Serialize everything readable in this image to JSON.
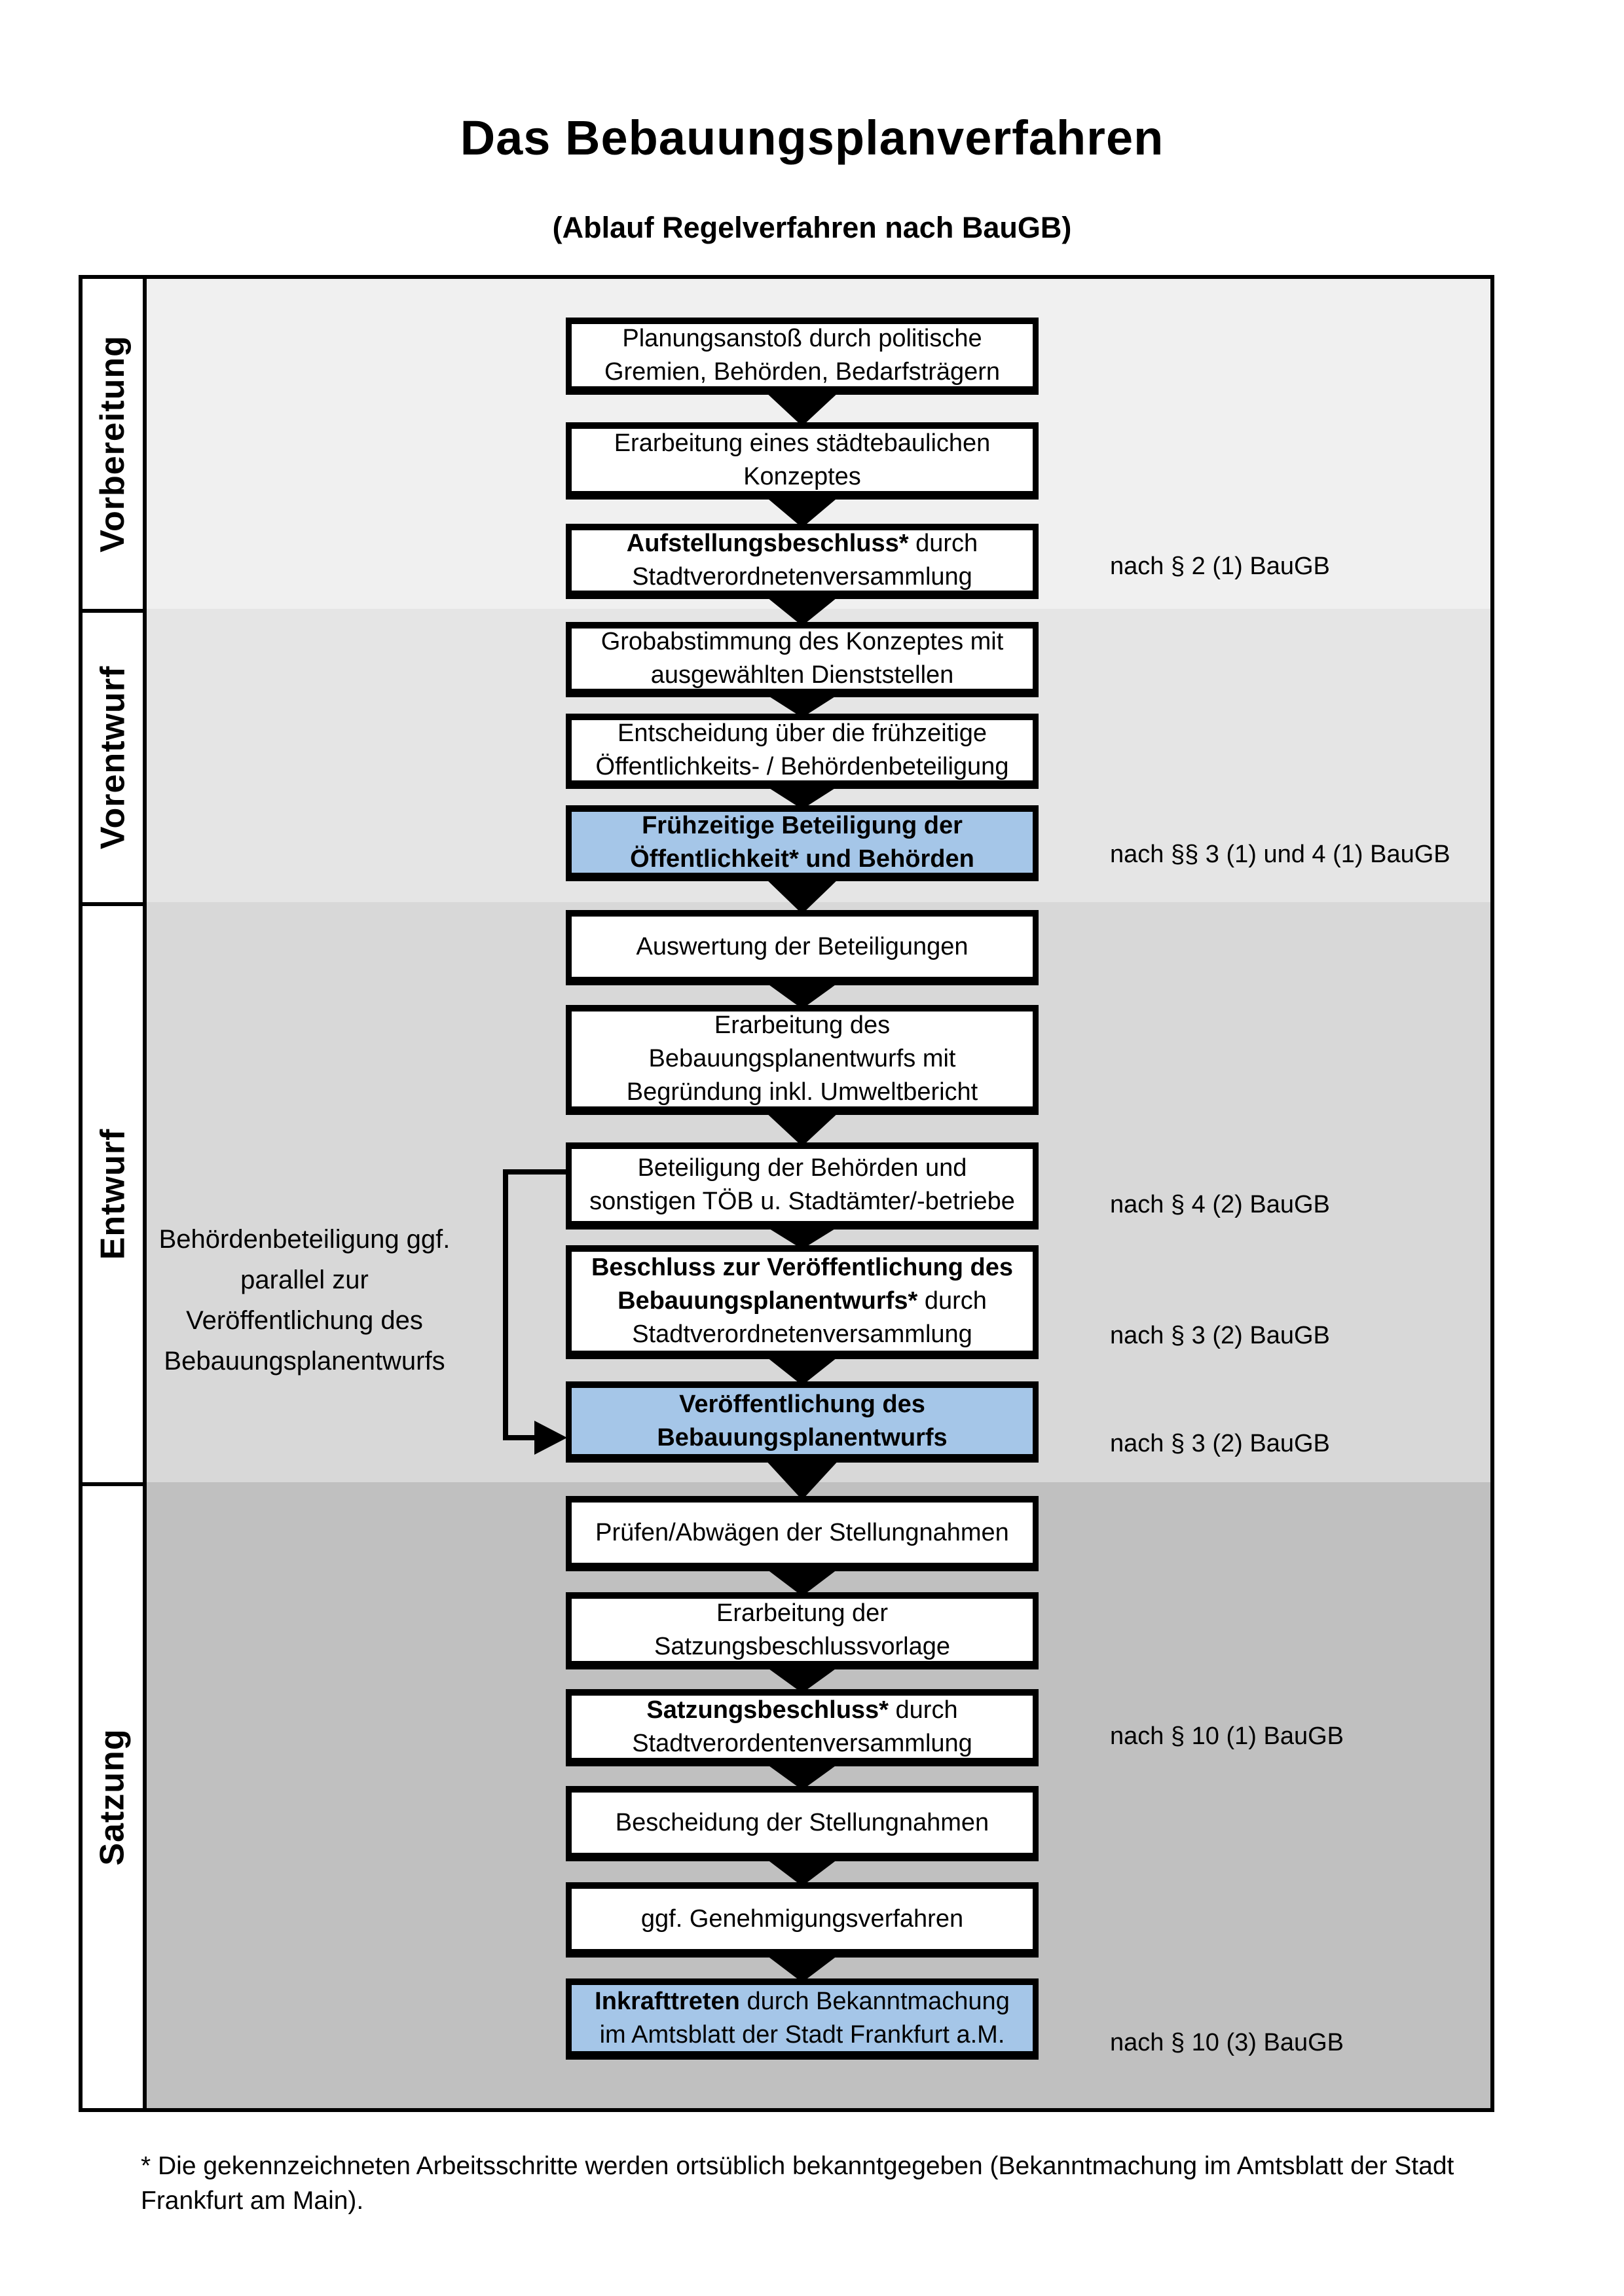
{
  "title": "Das Bebauungsplanverfahren",
  "subtitle": "(Ablauf Regelverfahren nach BauGB)",
  "footnote": "* Die gekennzeichneten Arbeitsschritte werden ortsüblich bekanntgegeben (Bekanntmachung im Amtsblatt  der Stadt Frankfurt am Main).",
  "colors": {
    "highlight_blue": "#a5c6e8",
    "box_border": "#000000",
    "phase_backgrounds": [
      "#f0f0f0",
      "#e5e5e5",
      "#d8d8d8",
      "#c0c0c0"
    ]
  },
  "phases": [
    {
      "label": "Vorbereitung",
      "boxes": [
        {
          "id": "b1",
          "highlight": false,
          "note": null,
          "lines": [
            [
              {
                "t": "Planungsanstoß durch politische",
                "b": 0
              }
            ],
            [
              {
                "t": "Gremien, Behörden, Bedarfsträgern",
                "b": 0
              }
            ]
          ]
        },
        {
          "id": "b2",
          "highlight": false,
          "note": null,
          "lines": [
            [
              {
                "t": "Erarbeitung eines städtebaulichen",
                "b": 0
              }
            ],
            [
              {
                "t": "Konzeptes",
                "b": 0
              }
            ]
          ]
        },
        {
          "id": "b3",
          "highlight": false,
          "note": "nach § 2 (1) BauGB",
          "lines": [
            [
              {
                "t": "Aufstellungsbeschluss*",
                "b": 1
              },
              {
                "t": " durch",
                "b": 0
              }
            ],
            [
              {
                "t": "Stadtverordnetenversammlung",
                "b": 0
              }
            ]
          ]
        }
      ]
    },
    {
      "label": "Vorentwurf",
      "boxes": [
        {
          "id": "b4",
          "highlight": false,
          "note": null,
          "lines": [
            [
              {
                "t": "Grobabstimmung des Konzeptes mit",
                "b": 0
              }
            ],
            [
              {
                "t": "ausgewählten Dienststellen",
                "b": 0
              }
            ]
          ]
        },
        {
          "id": "b5",
          "highlight": false,
          "note": null,
          "lines": [
            [
              {
                "t": "Entscheidung über die frühzeitige",
                "b": 0
              }
            ],
            [
              {
                "t": "Öffentlichkeits- / Behördenbeteiligung",
                "b": 0
              }
            ]
          ]
        },
        {
          "id": "b6",
          "highlight": true,
          "note": "nach §§ 3 (1) und 4 (1) BauGB",
          "lines": [
            [
              {
                "t": "Frühzeitige Beteiligung der",
                "b": 1
              }
            ],
            [
              {
                "t": "Öffentlichkeit* und Behörden",
                "b": 1
              }
            ]
          ]
        }
      ]
    },
    {
      "label": "Entwurf",
      "side_note": "Behördenbeteiligung ggf. parallel zur Veröffentlichung des Bebauungsplanentwurfs",
      "boxes": [
        {
          "id": "b7",
          "highlight": false,
          "note": null,
          "lines": [
            [
              {
                "t": "Auswertung der Beteiligungen",
                "b": 0
              }
            ]
          ]
        },
        {
          "id": "b8",
          "highlight": false,
          "note": null,
          "lines": [
            [
              {
                "t": "Erarbeitung des",
                "b": 0
              }
            ],
            [
              {
                "t": "Bebauungsplanentwurfs mit",
                "b": 0
              }
            ],
            [
              {
                "t": "Begründung inkl. Umweltbericht",
                "b": 0
              }
            ]
          ]
        },
        {
          "id": "b9",
          "highlight": false,
          "note": "nach § 4 (2) BauGB",
          "lines": [
            [
              {
                "t": "Beteiligung der Behörden und",
                "b": 0
              }
            ],
            [
              {
                "t": "sonstigen TÖB u. Stadtämter/-betriebe",
                "b": 0
              }
            ]
          ]
        },
        {
          "id": "b10",
          "highlight": false,
          "note": "nach § 3 (2) BauGB",
          "lines": [
            [
              {
                "t": "Beschluss zur Veröffentlichung des",
                "b": 1
              }
            ],
            [
              {
                "t": "Bebauungsplanentwurfs*",
                "b": 1
              },
              {
                "t": " durch",
                "b": 0
              }
            ],
            [
              {
                "t": "Stadtverordnetenversammlung",
                "b": 0
              }
            ]
          ]
        },
        {
          "id": "b11",
          "highlight": true,
          "note": "nach § 3 (2) BauGB",
          "lines": [
            [
              {
                "t": "Veröffentlichung des",
                "b": 1
              }
            ],
            [
              {
                "t": "Bebauungsplanentwurfs",
                "b": 1
              }
            ]
          ]
        }
      ]
    },
    {
      "label": "Satzung",
      "boxes": [
        {
          "id": "b12",
          "highlight": false,
          "note": null,
          "lines": [
            [
              {
                "t": "Prüfen/Abwägen der Stellungnahmen",
                "b": 0
              }
            ]
          ]
        },
        {
          "id": "b13",
          "highlight": false,
          "note": null,
          "lines": [
            [
              {
                "t": "Erarbeitung der",
                "b": 0
              }
            ],
            [
              {
                "t": "Satzungsbeschlussvorlage",
                "b": 0
              }
            ]
          ]
        },
        {
          "id": "b14",
          "highlight": false,
          "note": "nach § 10 (1) BauGB",
          "lines": [
            [
              {
                "t": "Satzungsbeschluss*",
                "b": 1
              },
              {
                "t": " durch",
                "b": 0
              }
            ],
            [
              {
                "t": "Stadtverordentenversammlung",
                "b": 0
              }
            ]
          ]
        },
        {
          "id": "b15",
          "highlight": false,
          "note": null,
          "lines": [
            [
              {
                "t": "Bescheidung der Stellungnahmen",
                "b": 0
              }
            ]
          ]
        },
        {
          "id": "b16",
          "highlight": false,
          "note": null,
          "lines": [
            [
              {
                "t": "ggf. Genehmigungsverfahren",
                "b": 0
              }
            ]
          ]
        },
        {
          "id": "b17",
          "highlight": true,
          "note": "nach § 10 (3) BauGB",
          "lines": [
            [
              {
                "t": "Inkrafttreten",
                "b": 1
              },
              {
                "t": " durch Bekanntmachung",
                "b": 0
              }
            ],
            [
              {
                "t": "im Amtsblatt der Stadt Frankfurt a.M.",
                "b": 0
              }
            ]
          ]
        }
      ]
    }
  ]
}
